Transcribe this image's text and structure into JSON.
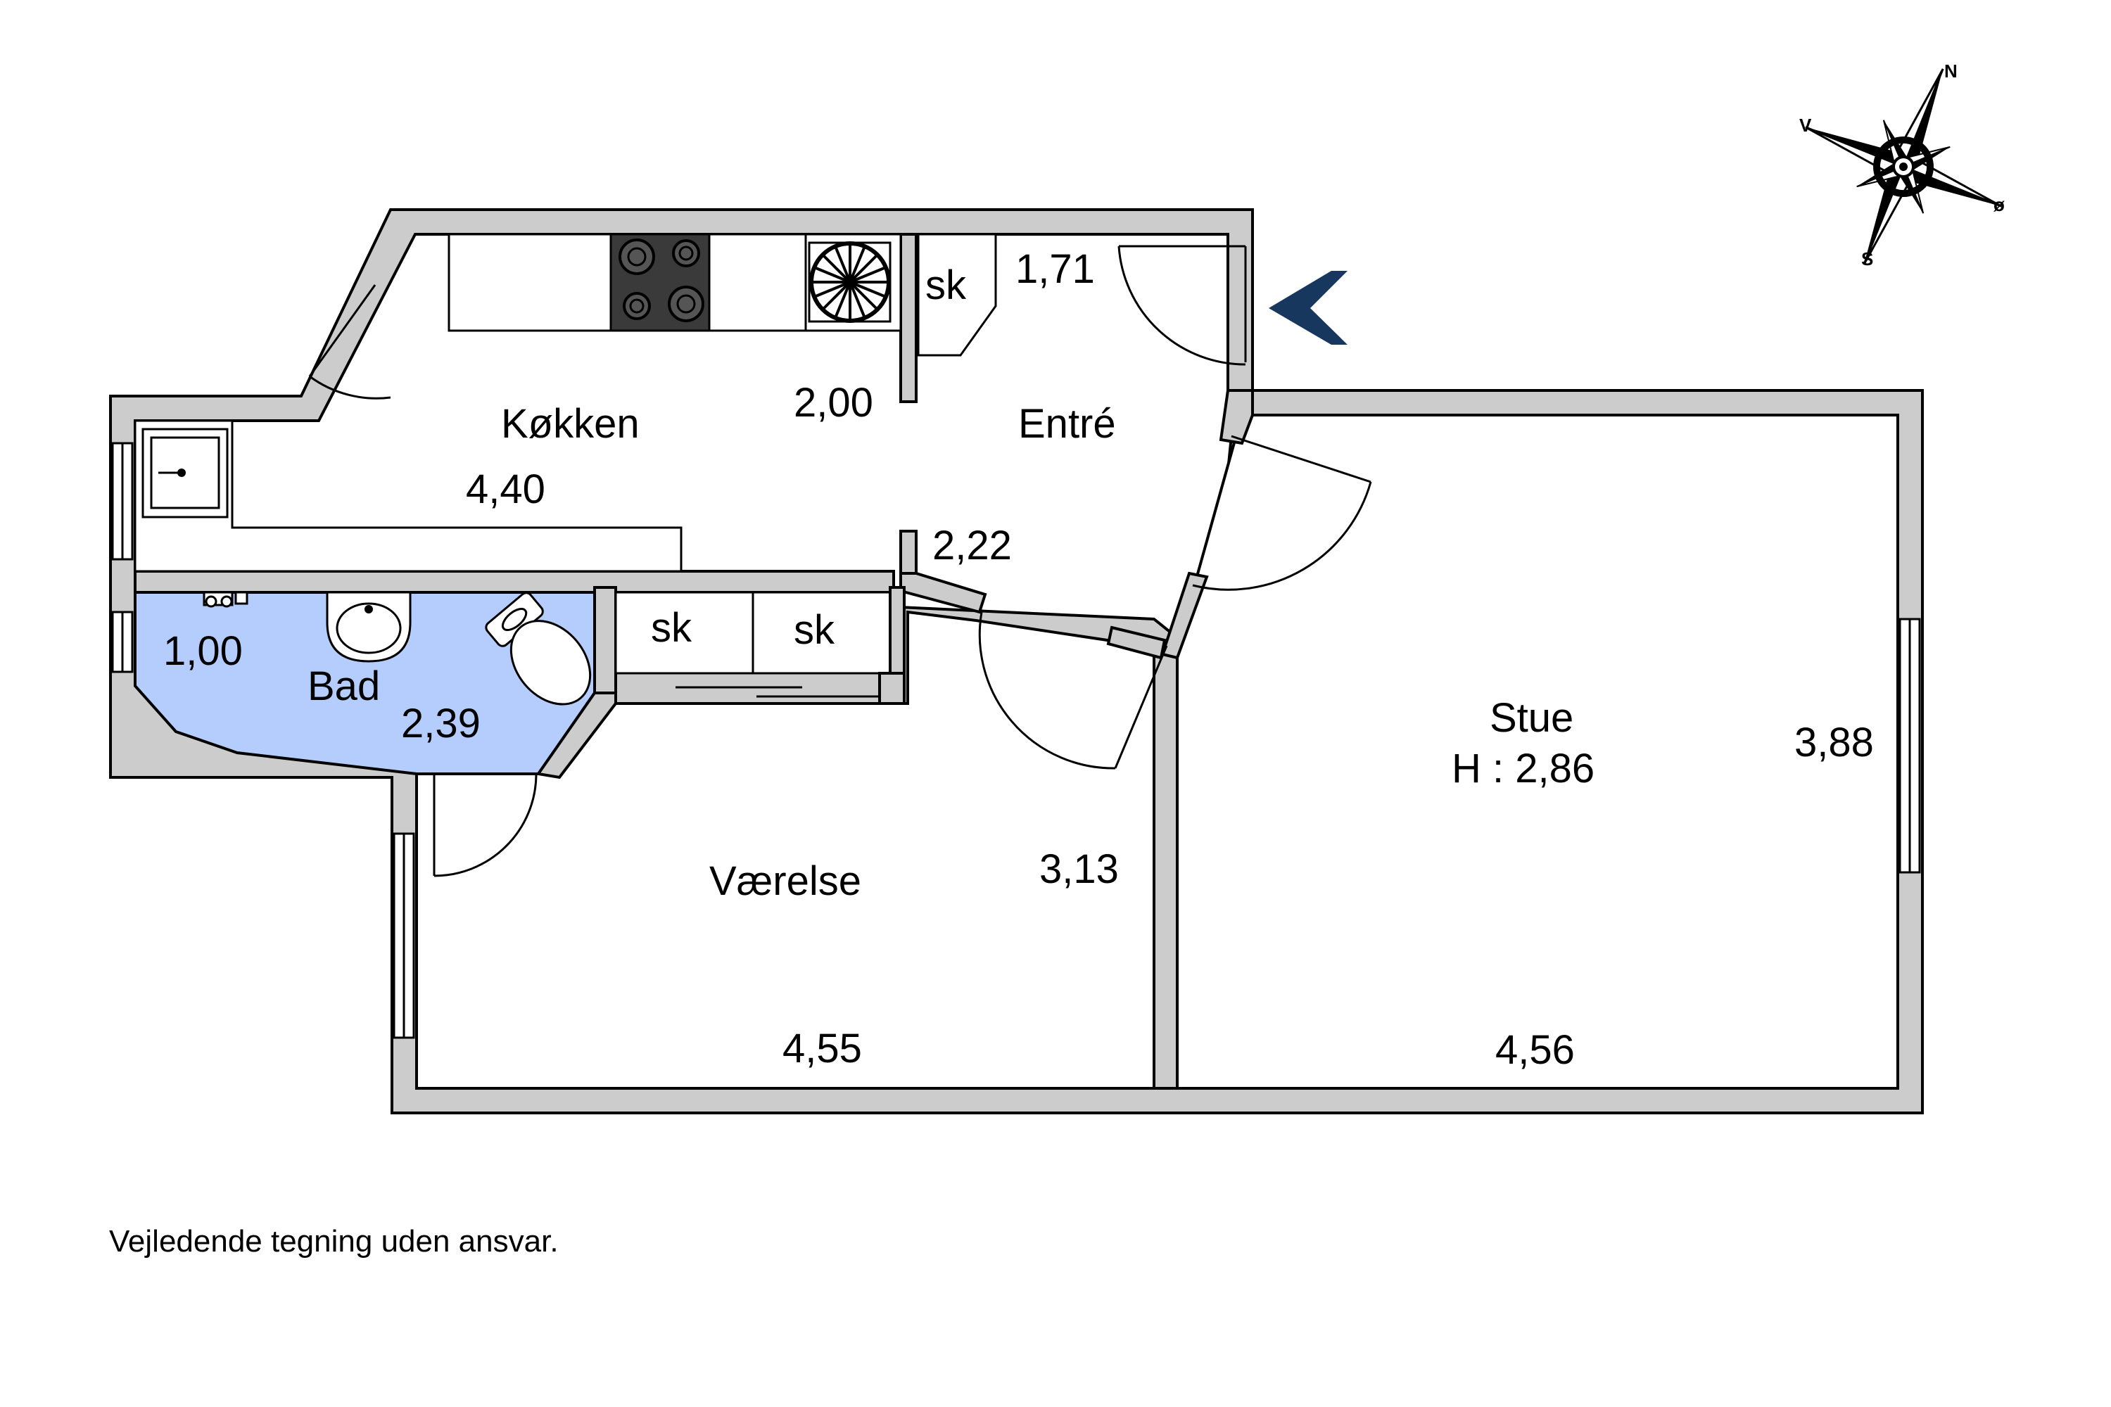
{
  "rooms": {
    "kitchen": {
      "name": "Køkken",
      "dim_a": "4,40",
      "dim_b": "2,00"
    },
    "entry": {
      "name": "Entré",
      "dim_a": "1,71",
      "dim_b": "2,22"
    },
    "bath": {
      "name": "Bad",
      "dim_a": "1,00",
      "dim_b": "2,39"
    },
    "bedroom": {
      "name": "Værelse",
      "dim_a": "4,55",
      "dim_b": "3,13"
    },
    "living": {
      "name": "Stue",
      "height": "H : 2,86",
      "dim_a": "4,56",
      "dim_b": "3,88"
    }
  },
  "closets": {
    "label": "sk"
  },
  "compass": {
    "north": "N",
    "south": "S",
    "east": "ø",
    "west": "V"
  },
  "entrance_color": "#17375e",
  "bath_color": "#b4cdfd",
  "disclaimer": "Vejledende tegning uden ansvar."
}
